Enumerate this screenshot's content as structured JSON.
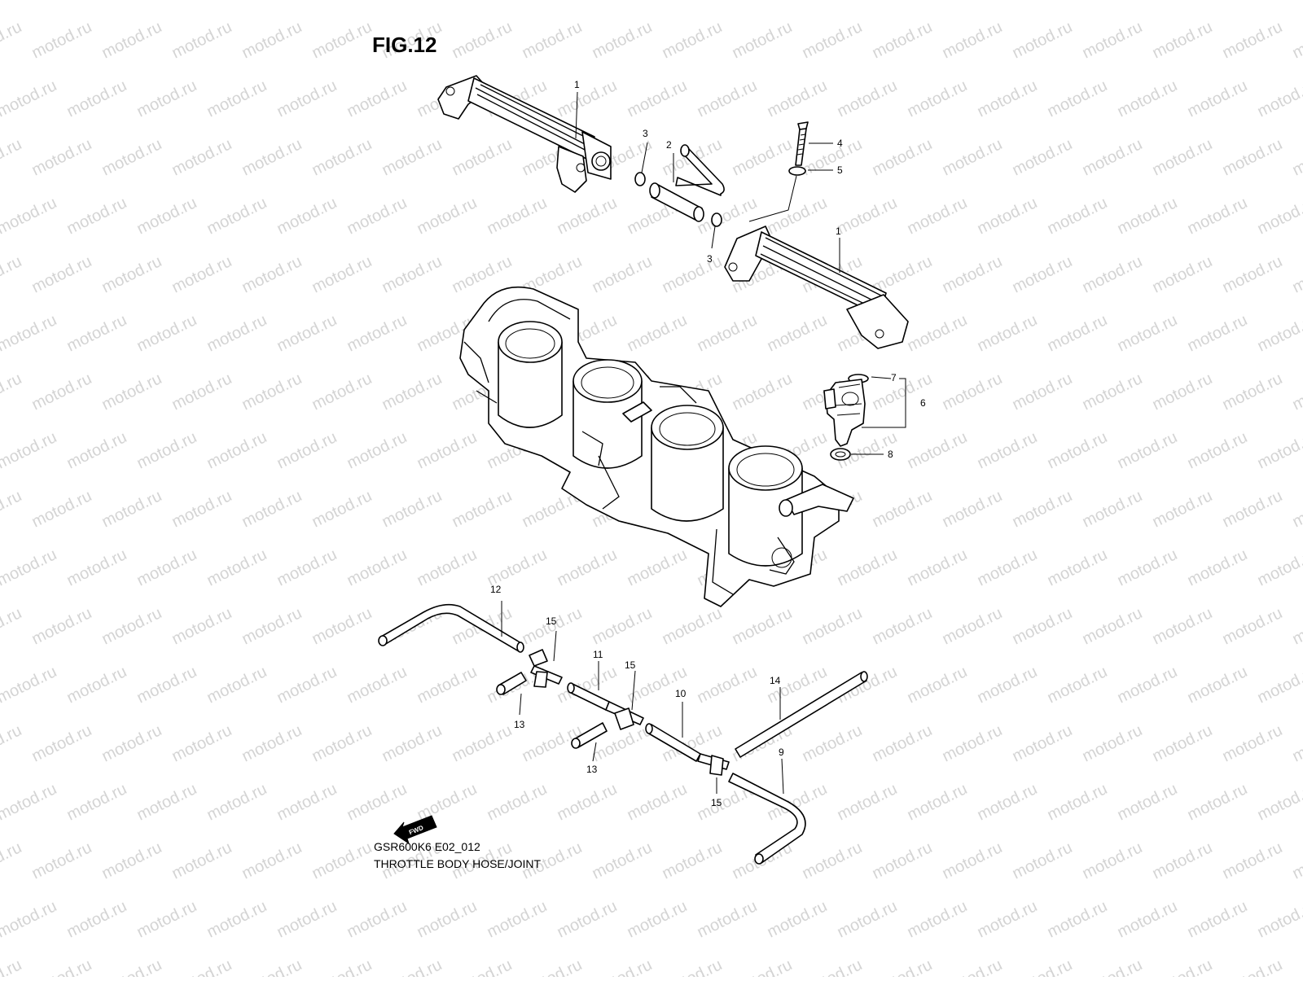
{
  "figure": {
    "title": "FIG.12",
    "model_code": "GSR600K6 E02_012",
    "caption": "THROTTLE BODY HOSE/JOINT"
  },
  "watermark": "motod.ru",
  "fwd_label": "FWD",
  "callouts": {
    "c1a": "1",
    "c1b": "1",
    "c2": "2",
    "c3a": "3",
    "c3b": "3",
    "c4": "4",
    "c5": "5",
    "c6": "6",
    "c7": "7",
    "c8": "8",
    "c9": "9",
    "c10": "10",
    "c11": "11",
    "c12": "12",
    "c13a": "13",
    "c13b": "13",
    "c14": "14",
    "c15a": "15",
    "c15b": "15",
    "c15c": "15"
  }
}
